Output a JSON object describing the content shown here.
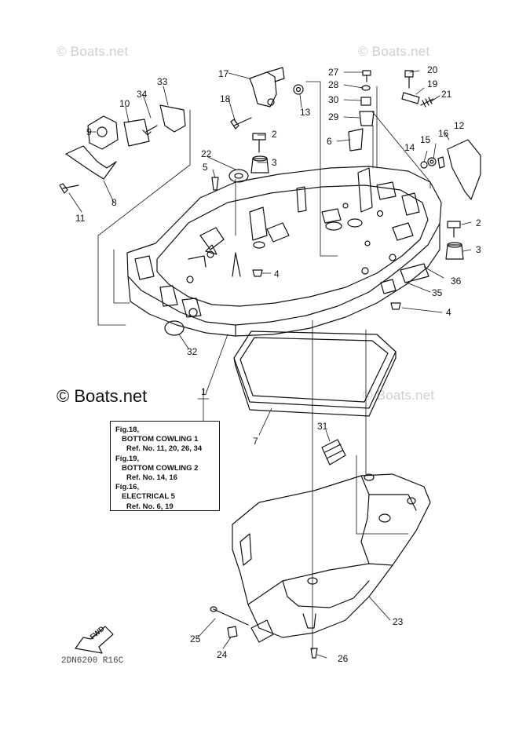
{
  "watermarks": {
    "top_left": "© Boats.net",
    "top_right": "© Boats.net",
    "center_large": "© Boats.net",
    "center_right": "© Boats.net"
  },
  "callouts": [
    "17",
    "18",
    "13",
    "27",
    "28",
    "30",
    "29",
    "20",
    "19",
    "21",
    "33",
    "34",
    "10",
    "9",
    "2",
    "3",
    "22",
    "6",
    "16",
    "15",
    "12",
    "14",
    "5",
    "8",
    "11",
    "2",
    "3",
    "4",
    "36",
    "35",
    "4",
    "32",
    "1",
    "7",
    "31",
    "23",
    "25",
    "24",
    "26"
  ],
  "reference_box": {
    "lines": [
      "Fig.18,",
      "BOTTOM COWLING 1",
      "Ref. No. 11, 20, 26, 34",
      "Fig.19,",
      "BOTTOM COWLING 2",
      "Ref. No. 14, 16",
      "Fig.16,",
      "ELECTRICAL 5",
      "Ref. No. 6, 19"
    ]
  },
  "direction_label": "FWD",
  "drawing_code": "2DN6200 R16C"
}
